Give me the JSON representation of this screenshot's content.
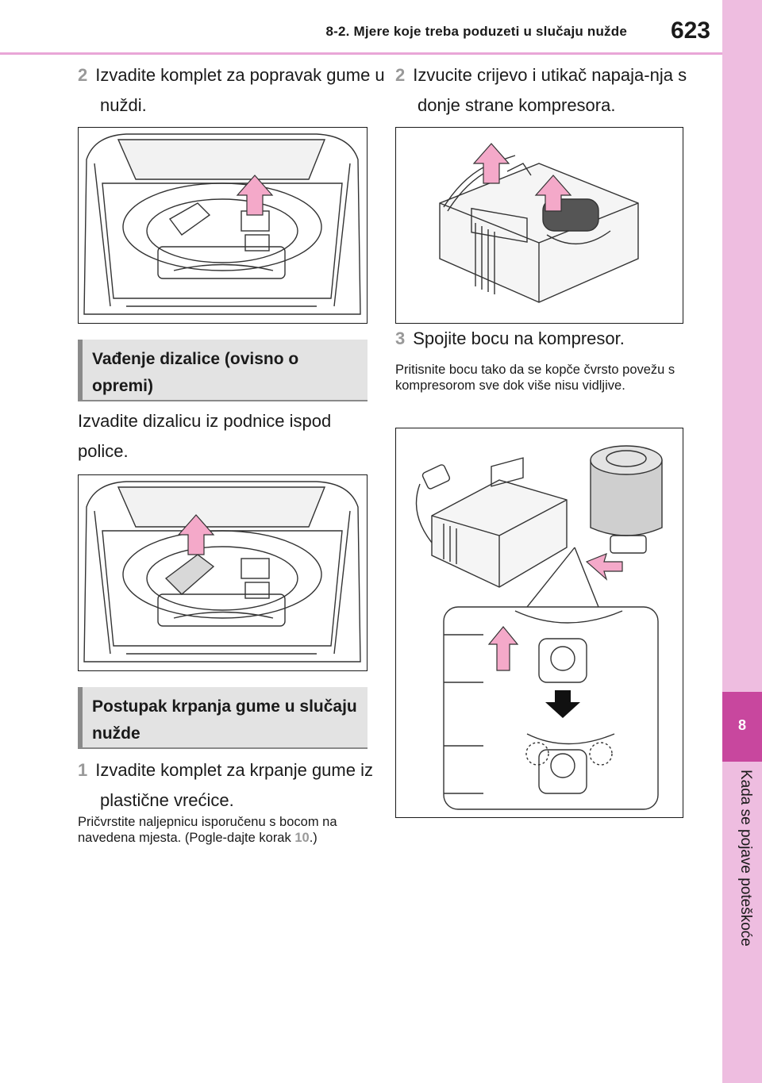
{
  "header": {
    "title": "8-2. Mjere koje treba poduzeti u slučaju nužde",
    "page_number": "623"
  },
  "side_tab": {
    "chapter_number": "8",
    "chapter_label": "Kada se pojave poteškoće"
  },
  "left_column": {
    "step2": {
      "num": "2",
      "text": "Izvadite komplet za popravak gume u nuždi."
    },
    "section1_title": "Vađenje dizalice (ovisno o opremi)",
    "section1_para": "Izvadite dizalicu iz podnice ispod police.",
    "section2_title": "Postupak krpanja gume u slučaju nužde",
    "step1": {
      "num": "1",
      "text": "Izvadite komplet za krpanje gume iz plastične vrećice."
    },
    "note": {
      "text_before": "Pričvrstite naljepnicu isporučenu s bocom na navedena mjesta. (Pogle-dajte korak ",
      "ref": "10",
      "text_after": ".)"
    }
  },
  "right_column": {
    "step2": {
      "num": "2",
      "text": "Izvucite crijevo i utikač napaja-nja s donje strane kompresora."
    },
    "step3": {
      "num": "3",
      "text": "Spojite bocu na kompresor."
    },
    "note": "Pritisnite bocu tako da se kopče čvrsto povežu s kompresorom sve dok više nisu vidljive."
  },
  "colors": {
    "accent_pink": "#c8479e",
    "tab_pink": "#eebde0",
    "arrow_pink": "#f4a9c9",
    "section_bg": "#e3e3e3"
  }
}
